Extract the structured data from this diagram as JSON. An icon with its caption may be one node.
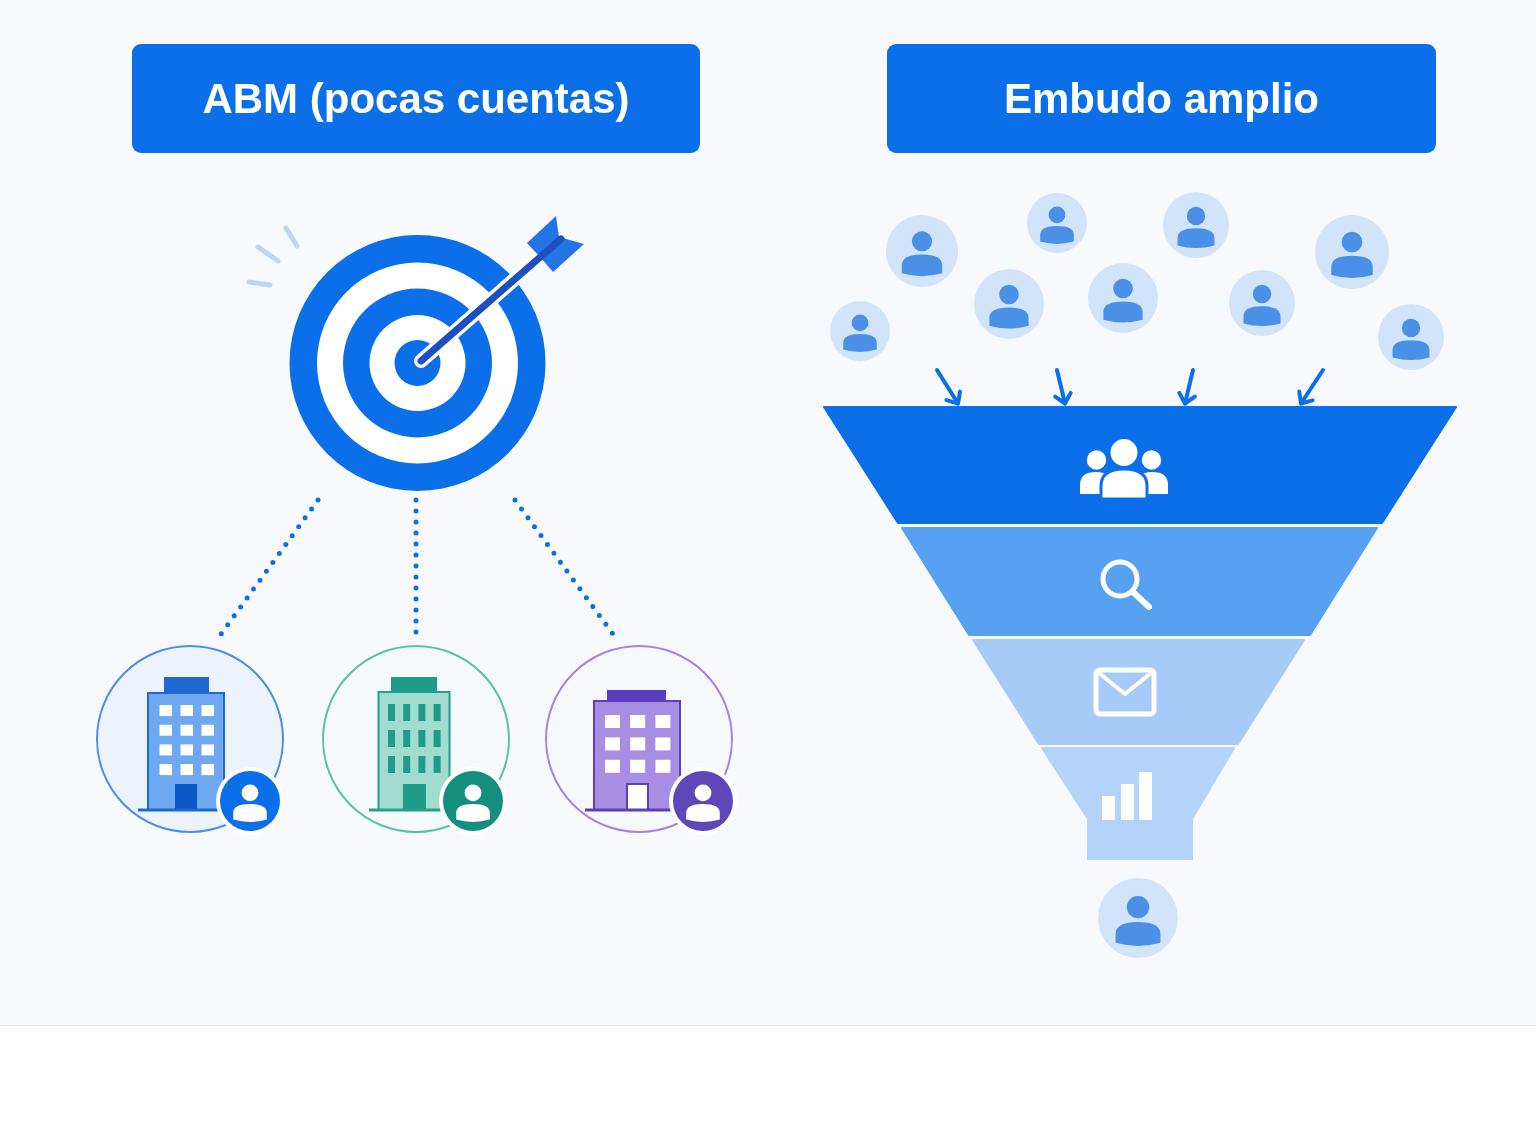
{
  "diagram": {
    "nodes": [
      {
        "text": [
          "ABM (pocas cuentas)"
        ]
      },
      {
        "text": [
          "Embudo amplio"
        ]
      },
      {
        "text": [],
        "shape": "picture"
      },
      {
        "text": [],
        "shape": "circle"
      },
      {
        "text": [],
        "shape": "circle"
      },
      {
        "text": [],
        "shape": "circle"
      },
      {
        "text": [],
        "shape": "trapezoid"
      },
      {
        "text": [],
        "shape": "trapezoid"
      },
      {
        "text": [],
        "shape": "trapezoid"
      },
      {
        "text": [],
        "shape": "trapezoid"
      }
    ],
    "edges": [
      {
        "from": 2,
        "to": 3,
        "arrow": "none",
        "style": "dashed"
      },
      {
        "from": 2,
        "to": 4,
        "arrow": "none",
        "style": "dashed"
      },
      {
        "from": 2,
        "to": 5,
        "arrow": "none",
        "style": "dashed"
      },
      {
        "from": null,
        "to": 6,
        "arrow": "to"
      },
      {
        "from": null,
        "to": 6,
        "arrow": "to"
      },
      {
        "from": null,
        "to": 6,
        "arrow": "to"
      },
      {
        "from": null,
        "to": 6,
        "arrow": "to"
      }
    ]
  }
}
